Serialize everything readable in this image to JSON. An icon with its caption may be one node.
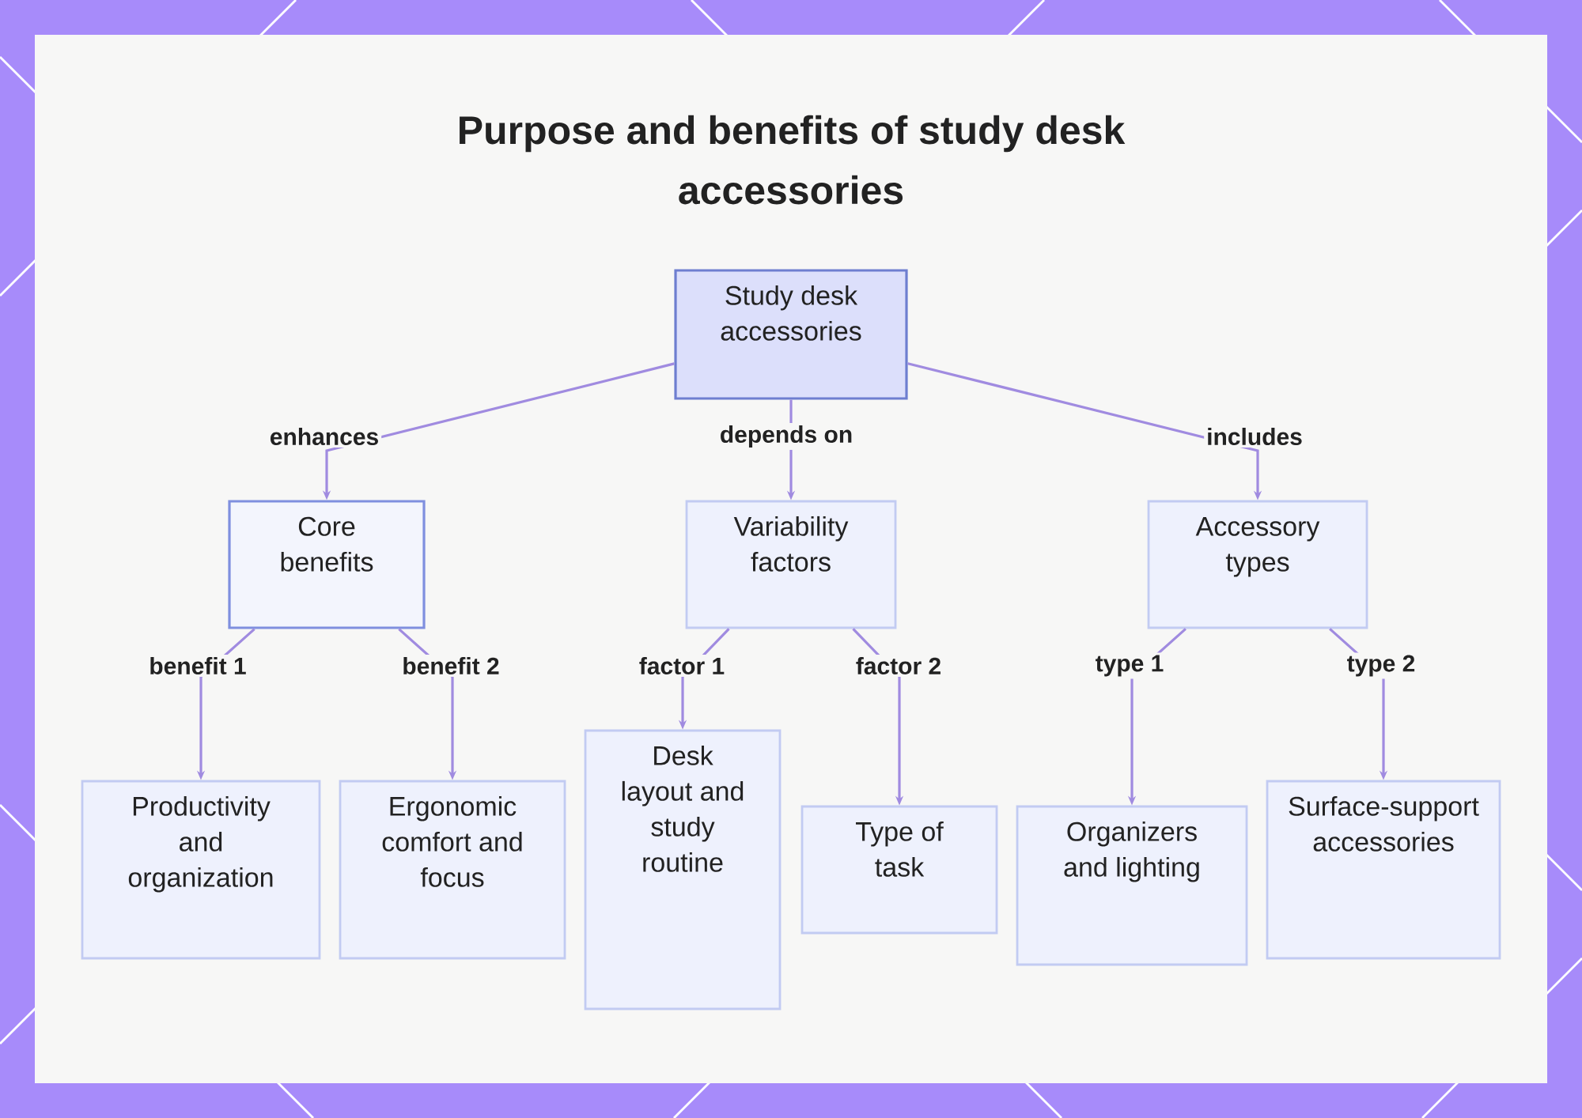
{
  "diagram": {
    "title": "Purpose and benefits of study desk accessories",
    "nodes": [
      {
        "text": [
          "Study desk accessories"
        ]
      },
      {
        "text": [
          "Core benefits"
        ]
      },
      {
        "text": [
          "Variability factors"
        ]
      },
      {
        "text": [
          "Accessory types"
        ]
      },
      {
        "text": [
          "Productivity and organization"
        ]
      },
      {
        "text": [
          "Ergonomic comfort and focus"
        ]
      },
      {
        "text": [
          "Desk layout and study routine"
        ]
      },
      {
        "text": [
          "Type of task"
        ]
      },
      {
        "text": [
          "Organizers and lighting"
        ]
      },
      {
        "text": [
          "Surface-support accessories"
        ]
      }
    ],
    "edges": [
      {
        "from": 0,
        "to": 1,
        "arrow": "to",
        "label": "enhances"
      },
      {
        "from": 0,
        "to": 2,
        "arrow": "to",
        "label": "depends on"
      },
      {
        "from": 0,
        "to": 3,
        "arrow": "to",
        "label": "includes"
      },
      {
        "from": 1,
        "to": 4,
        "arrow": "to",
        "label": "benefit 1"
      },
      {
        "from": 1,
        "to": 5,
        "arrow": "to",
        "label": "benefit 2"
      },
      {
        "from": 2,
        "to": 6,
        "arrow": "to",
        "label": "factor 1"
      },
      {
        "from": 2,
        "to": 7,
        "arrow": "to",
        "label": "factor 2"
      },
      {
        "from": 3,
        "to": 8,
        "arrow": "to",
        "label": "type 1"
      },
      {
        "from": 3,
        "to": 9,
        "arrow": "to",
        "label": "type 2"
      }
    ]
  }
}
